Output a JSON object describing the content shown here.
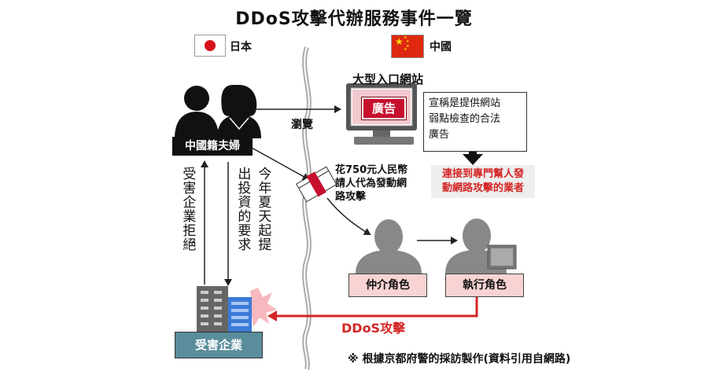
{
  "title": "DDoS攻擊代辦服務事件一覽",
  "countries": {
    "japan": "日本",
    "china": "中國"
  },
  "labels": {
    "couple": "中國籍夫婦",
    "browse": "瀏覽",
    "site_title": "大型入口網站",
    "ad_badge": "廣告",
    "callout": "宣稱是提供網站弱點檢查的合法廣告",
    "callout_lines": [
      "宣稱是提供網站",
      "弱點檢查的合法",
      "廣告"
    ],
    "red_note_lines": [
      "連接到專門幫人發",
      "動網路攻擊的業者"
    ],
    "payment_lines": [
      "花750元人民幣",
      "請人代為發動網",
      "路攻擊"
    ],
    "intermediary": "仲介角色",
    "executor": "執行角色",
    "ddos_attack": "DDoS攻擊",
    "victim": "受害企業",
    "refused": "受害企業拒絕",
    "demand": "今年夏天起提出投資的要求",
    "demand_col1": "今年夏天起提",
    "demand_col2": "出投資的要求",
    "source": "※ 根據京都府警的採訪製作(資料引用自網路)"
  },
  "icons": {
    "couple": "silhouette-couple-icon",
    "computer": "computer-monitor-icon",
    "money": "money-bundle-icon",
    "intermediary": "person-silhouette-icon",
    "executor": "person-with-computer-icon",
    "building": "office-building-icon",
    "explosion": "attack-burst-icon"
  },
  "colors": {
    "accent_red": "#d42626",
    "ad_red": "#c7102e",
    "pink_label": "#f7d3d3",
    "victim_teal": "#5a8d9c"
  }
}
